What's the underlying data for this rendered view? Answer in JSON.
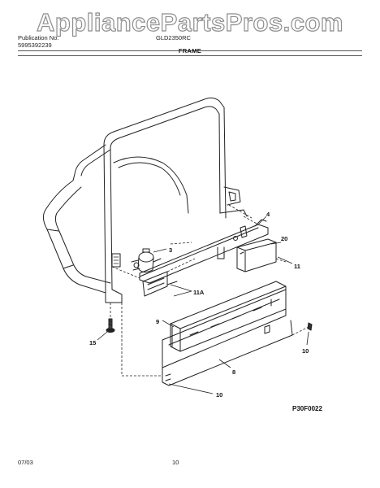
{
  "watermark": "AppliancePartsPros.com",
  "header": {
    "pub_label": "Publication No.",
    "pub_number": "5995392239",
    "model": "GLD2350RC"
  },
  "title": "FRAME",
  "diagram_code": "P30F0022",
  "callouts": {
    "c3": "3",
    "c4": "4",
    "c20": "20",
    "c11": "11",
    "c11a": "11A",
    "c9": "9",
    "c15": "15",
    "c10a": "10",
    "c8": "8",
    "c10b": "10"
  },
  "footer": {
    "date": "07/03",
    "page": "10"
  }
}
